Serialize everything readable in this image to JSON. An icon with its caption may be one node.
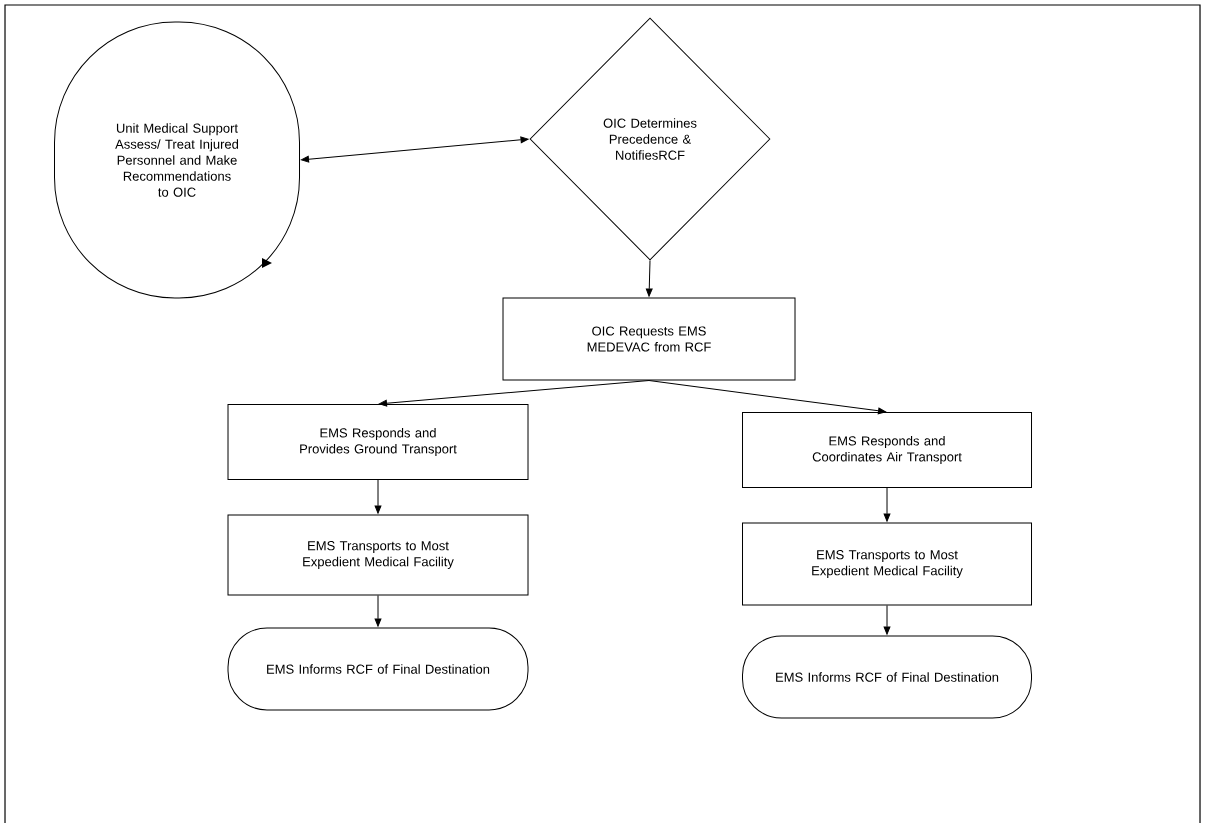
{
  "diagram": {
    "nodes": [
      {
        "text": [
          "Unit Medical Support Assess/ Treat Injured Personnel and Make Recommendations to OIC"
        ]
      },
      {
        "text": [
          "OIC Determines Precedence & NotifiesRCF"
        ]
      },
      {
        "text": [
          "OIC Requests EMS MEDEVAC from RCF"
        ]
      },
      {
        "text": [
          "EMS Responds and Provides Ground Transport"
        ]
      },
      {
        "text": [
          "EMS Responds and Coordinates Air Transport"
        ]
      },
      {
        "text": [
          "EMS Transports to Most Expedient Medical Facility"
        ]
      },
      {
        "text": [
          "EMS Transports to Most Expedient Medical Facility"
        ]
      },
      {
        "text": [
          "EMS Informs RCF of Final Destination"
        ]
      },
      {
        "text": [
          "EMS Informs RCF of Final Destination"
        ]
      }
    ],
    "edges": [
      {
        "from": 0,
        "to": 1,
        "arrow": "both"
      },
      {
        "from": 1,
        "to": 2,
        "arrow": "to"
      },
      {
        "from": 2,
        "to": 3,
        "arrow": "to"
      },
      {
        "from": 2,
        "to": 4,
        "arrow": "to"
      },
      {
        "from": 3,
        "to": 5,
        "arrow": "to"
      },
      {
        "from": 4,
        "to": 6,
        "arrow": "to"
      },
      {
        "from": 5,
        "to": 7,
        "arrow": "to"
      },
      {
        "from": 6,
        "to": 8,
        "arrow": "to"
      }
    ]
  }
}
